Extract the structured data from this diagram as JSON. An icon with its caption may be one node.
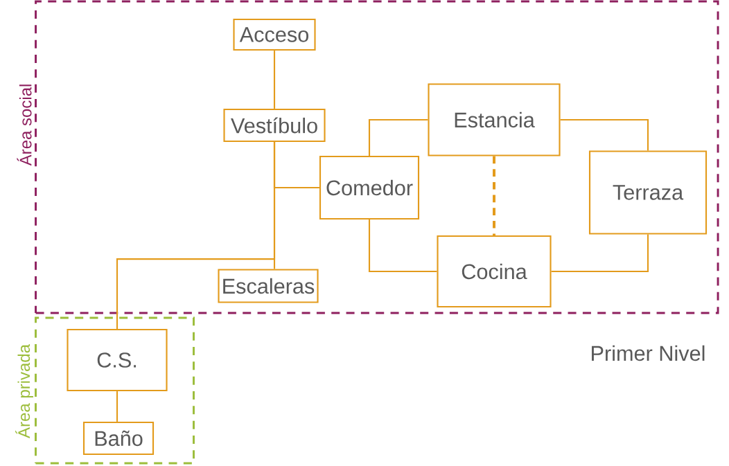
{
  "diagram": {
    "nodes": [
      {
        "text": [
          "Área social"
        ]
      },
      {
        "text": [
          "Área privada"
        ]
      },
      {
        "text": [
          "Acceso"
        ],
        "in": 0
      },
      {
        "text": [
          "Vestíbulo"
        ],
        "in": 0
      },
      {
        "text": [
          "Estancia"
        ],
        "in": 0
      },
      {
        "text": [
          "Comedor"
        ],
        "in": 0
      },
      {
        "text": [
          "Terraza"
        ],
        "in": 0
      },
      {
        "text": [
          "Cocina"
        ],
        "in": 0
      },
      {
        "text": [
          "Escaleras"
        ],
        "in": 0
      },
      {
        "text": [
          "C.S."
        ],
        "in": 1
      },
      {
        "text": [
          "Baño"
        ],
        "in": 1
      }
    ],
    "edges": [
      {
        "from": 2,
        "to": 3,
        "arrow": "none"
      },
      {
        "from": 3,
        "to": 8,
        "arrow": "none"
      },
      {
        "from": 3,
        "to": 5,
        "arrow": "none"
      },
      {
        "from": 3,
        "to": 9,
        "arrow": "none"
      },
      {
        "from": 5,
        "to": 4,
        "arrow": "none"
      },
      {
        "from": 5,
        "to": 7,
        "arrow": "none"
      },
      {
        "from": 4,
        "to": 7,
        "arrow": "none",
        "style": "dashed"
      },
      {
        "from": 4,
        "to": 6,
        "arrow": "none"
      },
      {
        "from": 7,
        "to": 6,
        "arrow": "none"
      },
      {
        "from": 9,
        "to": 10,
        "arrow": "none"
      }
    ],
    "labels": [
      "Primer Nivel"
    ]
  }
}
